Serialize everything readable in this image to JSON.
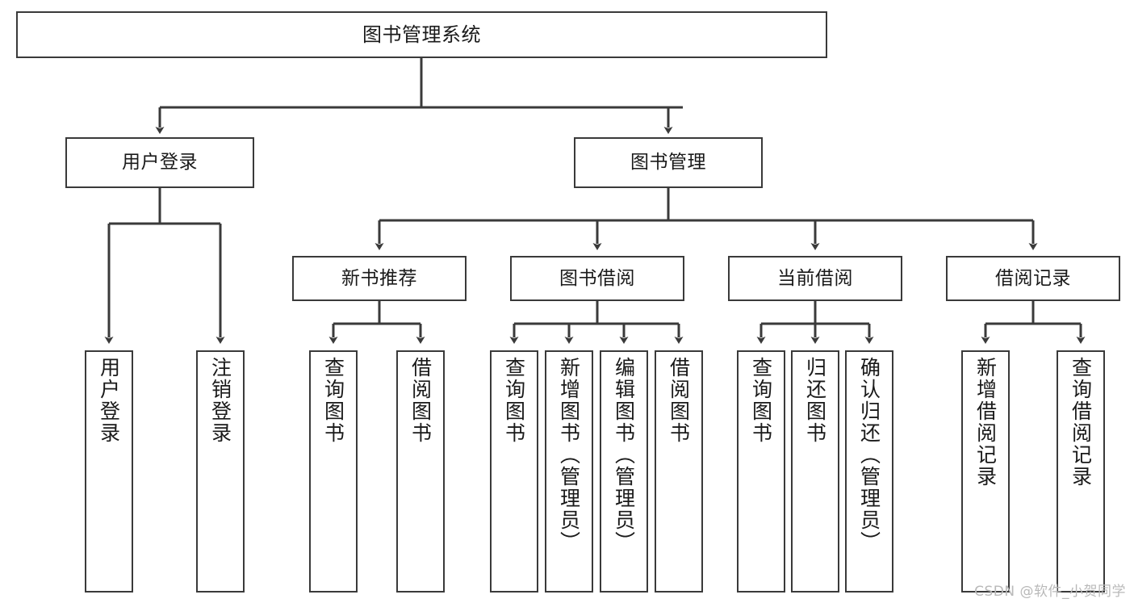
{
  "diagram": {
    "title": "图书管理系统",
    "type": "tree-hierarchy",
    "watermark": "CSDN @软件_小贺同学",
    "colors": {
      "stroke": "#3a3a3a",
      "text": "#1a1a1a",
      "background": "#ffffff",
      "watermark": "#b9b9b9"
    },
    "nodes": {
      "root": {
        "label": "图书管理系统"
      },
      "level2": [
        {
          "id": "user-login",
          "label": "用户登录"
        },
        {
          "id": "book-management",
          "label": "图书管理"
        }
      ],
      "level3": [
        {
          "id": "new-book-recommend",
          "label": "新书推荐"
        },
        {
          "id": "book-borrow",
          "label": "图书借阅"
        },
        {
          "id": "current-borrow",
          "label": "当前借阅"
        },
        {
          "id": "borrow-record",
          "label": "借阅记录"
        }
      ],
      "leaves": {
        "user_login": [
          {
            "id": "leaf-user-login",
            "label": "用户登录"
          },
          {
            "id": "leaf-logout-login",
            "label": "注销登录"
          }
        ],
        "new_book_recommend": [
          {
            "id": "leaf-query-book-1",
            "label": "查询图书"
          },
          {
            "id": "leaf-borrow-book-1",
            "label": "借阅图书"
          }
        ],
        "book_borrow": [
          {
            "id": "leaf-query-book-2",
            "label": "查询图书"
          },
          {
            "id": "leaf-add-book",
            "label": "新增图书（管理员）"
          },
          {
            "id": "leaf-edit-book",
            "label": "编辑图书（管理员）"
          },
          {
            "id": "leaf-borrow-book-2",
            "label": "借阅图书"
          }
        ],
        "current_borrow": [
          {
            "id": "leaf-query-book-3",
            "label": "查询图书"
          },
          {
            "id": "leaf-return-book",
            "label": "归还图书"
          },
          {
            "id": "leaf-confirm-return",
            "label": "确认归还（管理员）"
          }
        ],
        "borrow_record": [
          {
            "id": "leaf-add-borrow-record",
            "label": "新增借阅记录"
          },
          {
            "id": "leaf-query-borrow-record",
            "label": "查询借阅记录"
          }
        ]
      }
    }
  }
}
